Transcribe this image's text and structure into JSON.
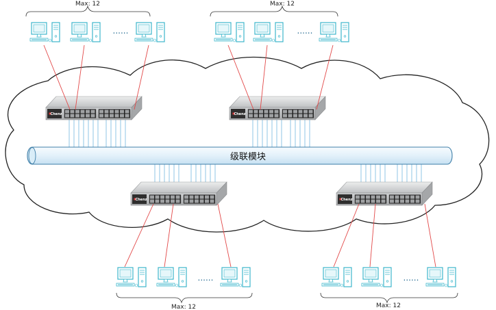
{
  "cascade_bus": {
    "label": "级联模块"
  },
  "groups": [
    {
      "id": "top-left",
      "max_label": "Max: 12",
      "ellipsis": "......"
    },
    {
      "id": "top-right",
      "max_label": "Max: 12",
      "ellipsis": "......"
    },
    {
      "id": "bottom-left",
      "max_label": "Max: 12",
      "ellipsis": "......"
    },
    {
      "id": "bottom-right",
      "max_label": "Max: 12",
      "ellipsis": "......"
    }
  ],
  "switch": {
    "ports_per_block": 12,
    "blocks": 2
  },
  "colors": {
    "cloud_stroke": "#222222",
    "bus_fill": "#e9f4fb",
    "bus_stroke": "#3f7fa8",
    "uplink": "#8fc4e6",
    "cable_red": "#e24848",
    "computer": "#3cb6cc",
    "switch_body": "#d2d3d4",
    "switch_dark": "#2e2e2e"
  }
}
